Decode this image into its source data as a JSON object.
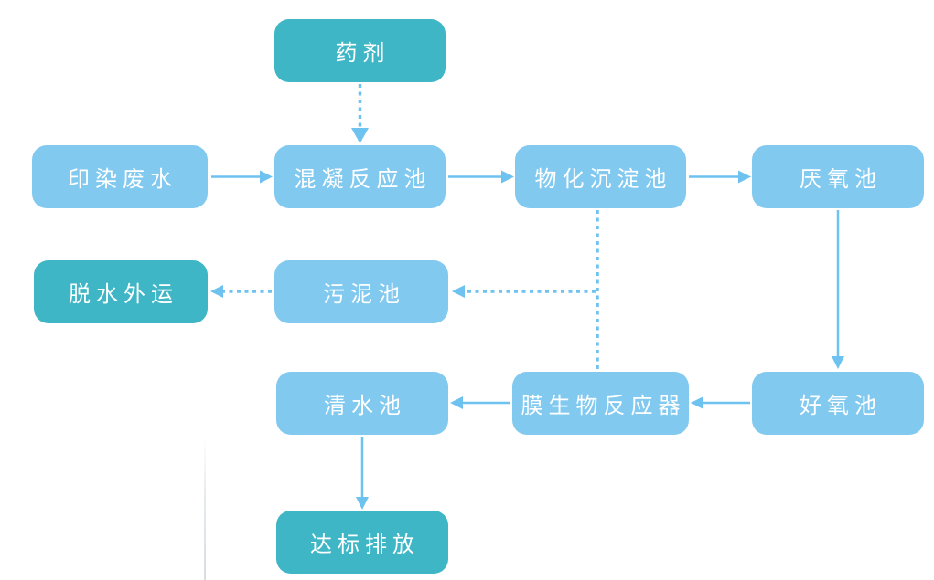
{
  "diagram": {
    "type": "flowchart",
    "description": "Wastewater treatment process flow",
    "nodes": [
      {
        "id": "chemical-agent",
        "label": "药剂",
        "style": "teal"
      },
      {
        "id": "dyeing-wastewater",
        "label": "印染废水",
        "style": "blue"
      },
      {
        "id": "coagulation-tank",
        "label": "混凝反应池",
        "style": "blue"
      },
      {
        "id": "sedimentation-tank",
        "label": "物化沉淀池",
        "style": "blue"
      },
      {
        "id": "anaerobic-tank",
        "label": "厌氧池",
        "style": "blue"
      },
      {
        "id": "dewatering-transport",
        "label": "脱水外运",
        "style": "teal"
      },
      {
        "id": "sludge-tank",
        "label": "污泥池",
        "style": "blue"
      },
      {
        "id": "clean-water-tank",
        "label": "清水池",
        "style": "blue"
      },
      {
        "id": "membrane-bioreactor",
        "label": "膜生物反应器",
        "style": "blue"
      },
      {
        "id": "aerobic-tank",
        "label": "好氧池",
        "style": "blue"
      },
      {
        "id": "discharge",
        "label": "达标排放",
        "style": "teal"
      }
    ],
    "edges": [
      {
        "from": "药剂",
        "to": "混凝反应池",
        "line": "dashed",
        "arrow": true
      },
      {
        "from": "印染废水",
        "to": "混凝反应池",
        "line": "solid",
        "arrow": true
      },
      {
        "from": "混凝反应池",
        "to": "物化沉淀池",
        "line": "solid",
        "arrow": true
      },
      {
        "from": "物化沉淀池",
        "to": "厌氧池",
        "line": "solid",
        "arrow": true
      },
      {
        "from": "厌氧池",
        "to": "好氧池",
        "line": "solid",
        "arrow": true
      },
      {
        "from": "物化沉淀池",
        "to": "污泥池",
        "line": "dashed",
        "arrow": true
      },
      {
        "from": "污泥池",
        "to": "脱水外运",
        "line": "dashed",
        "arrow": true
      },
      {
        "from": "物化沉淀池",
        "to": "膜生物反应器",
        "line": "dashed",
        "arrow": false
      },
      {
        "from": "好氧池",
        "to": "膜生物反应器",
        "line": "solid",
        "arrow": true
      },
      {
        "from": "膜生物反应器",
        "to": "清水池",
        "line": "solid",
        "arrow": true
      },
      {
        "from": "清水池",
        "to": "达标排放",
        "line": "solid",
        "arrow": true
      }
    ]
  },
  "colors": {
    "node_blue": "#82c9f0",
    "node_teal": "#3fb6c5",
    "arrow_blue": "#6ec2f0",
    "label_text": "#ffffff",
    "background": "#ffffff"
  }
}
